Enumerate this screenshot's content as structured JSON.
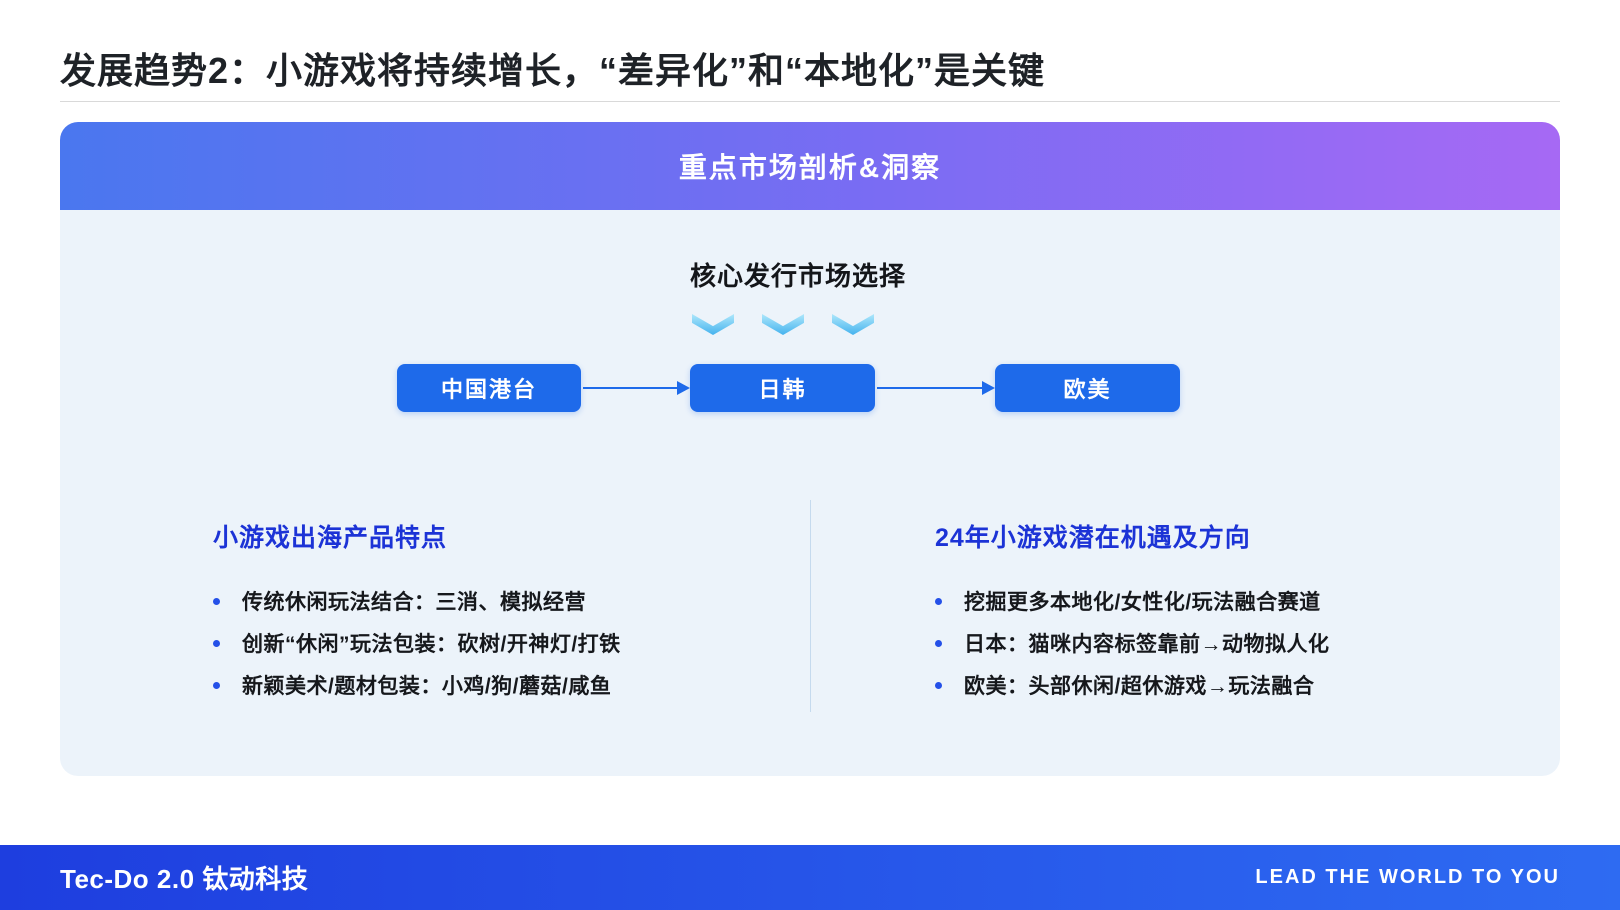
{
  "slide": {
    "title": "发展趋势2：小游戏将持续增长，“差异化”和“本地化”是关键"
  },
  "banner": {
    "label": "重点市场剖析&洞察"
  },
  "flow": {
    "heading": "核心发行市场选择",
    "markets": [
      "中国港台",
      "日韩",
      "欧美"
    ],
    "icons": {
      "step_indicator": "chevron-down-icon",
      "connector": "arrow-right-icon"
    }
  },
  "panels": {
    "left": {
      "title": "小游戏出海产品特点",
      "bullets": [
        "传统休闲玩法结合：三消、模拟经营",
        "创新“休闲”玩法包装：砍树/开神灯/打铁",
        "新颖美术/题材包装：小鸡/狗/蘑菇/咸鱼"
      ]
    },
    "right": {
      "title": "24年小游戏潜在机遇及方向",
      "bullets": [
        "挖掘更多本地化/女性化/玩法融合赛道",
        "日本：猫咪内容标签靠前→动物拟人化",
        "欧美：头部休闲/超休游戏→玩法融合"
      ]
    }
  },
  "footer": {
    "brand": "Tec-Do 2.0 钛动科技",
    "slogan": "LEAD THE WORLD TO YOU"
  },
  "colors": {
    "banner_start": "#4A77EF",
    "banner_end": "#A669F4",
    "panel_bg": "#ECF3FA",
    "node_blue": "#1E6AEA",
    "heading_blue": "#1C33D6",
    "footer_start": "#1E3EDF",
    "footer_end": "#2E6BF2",
    "text_dark": "#1E2227"
  }
}
